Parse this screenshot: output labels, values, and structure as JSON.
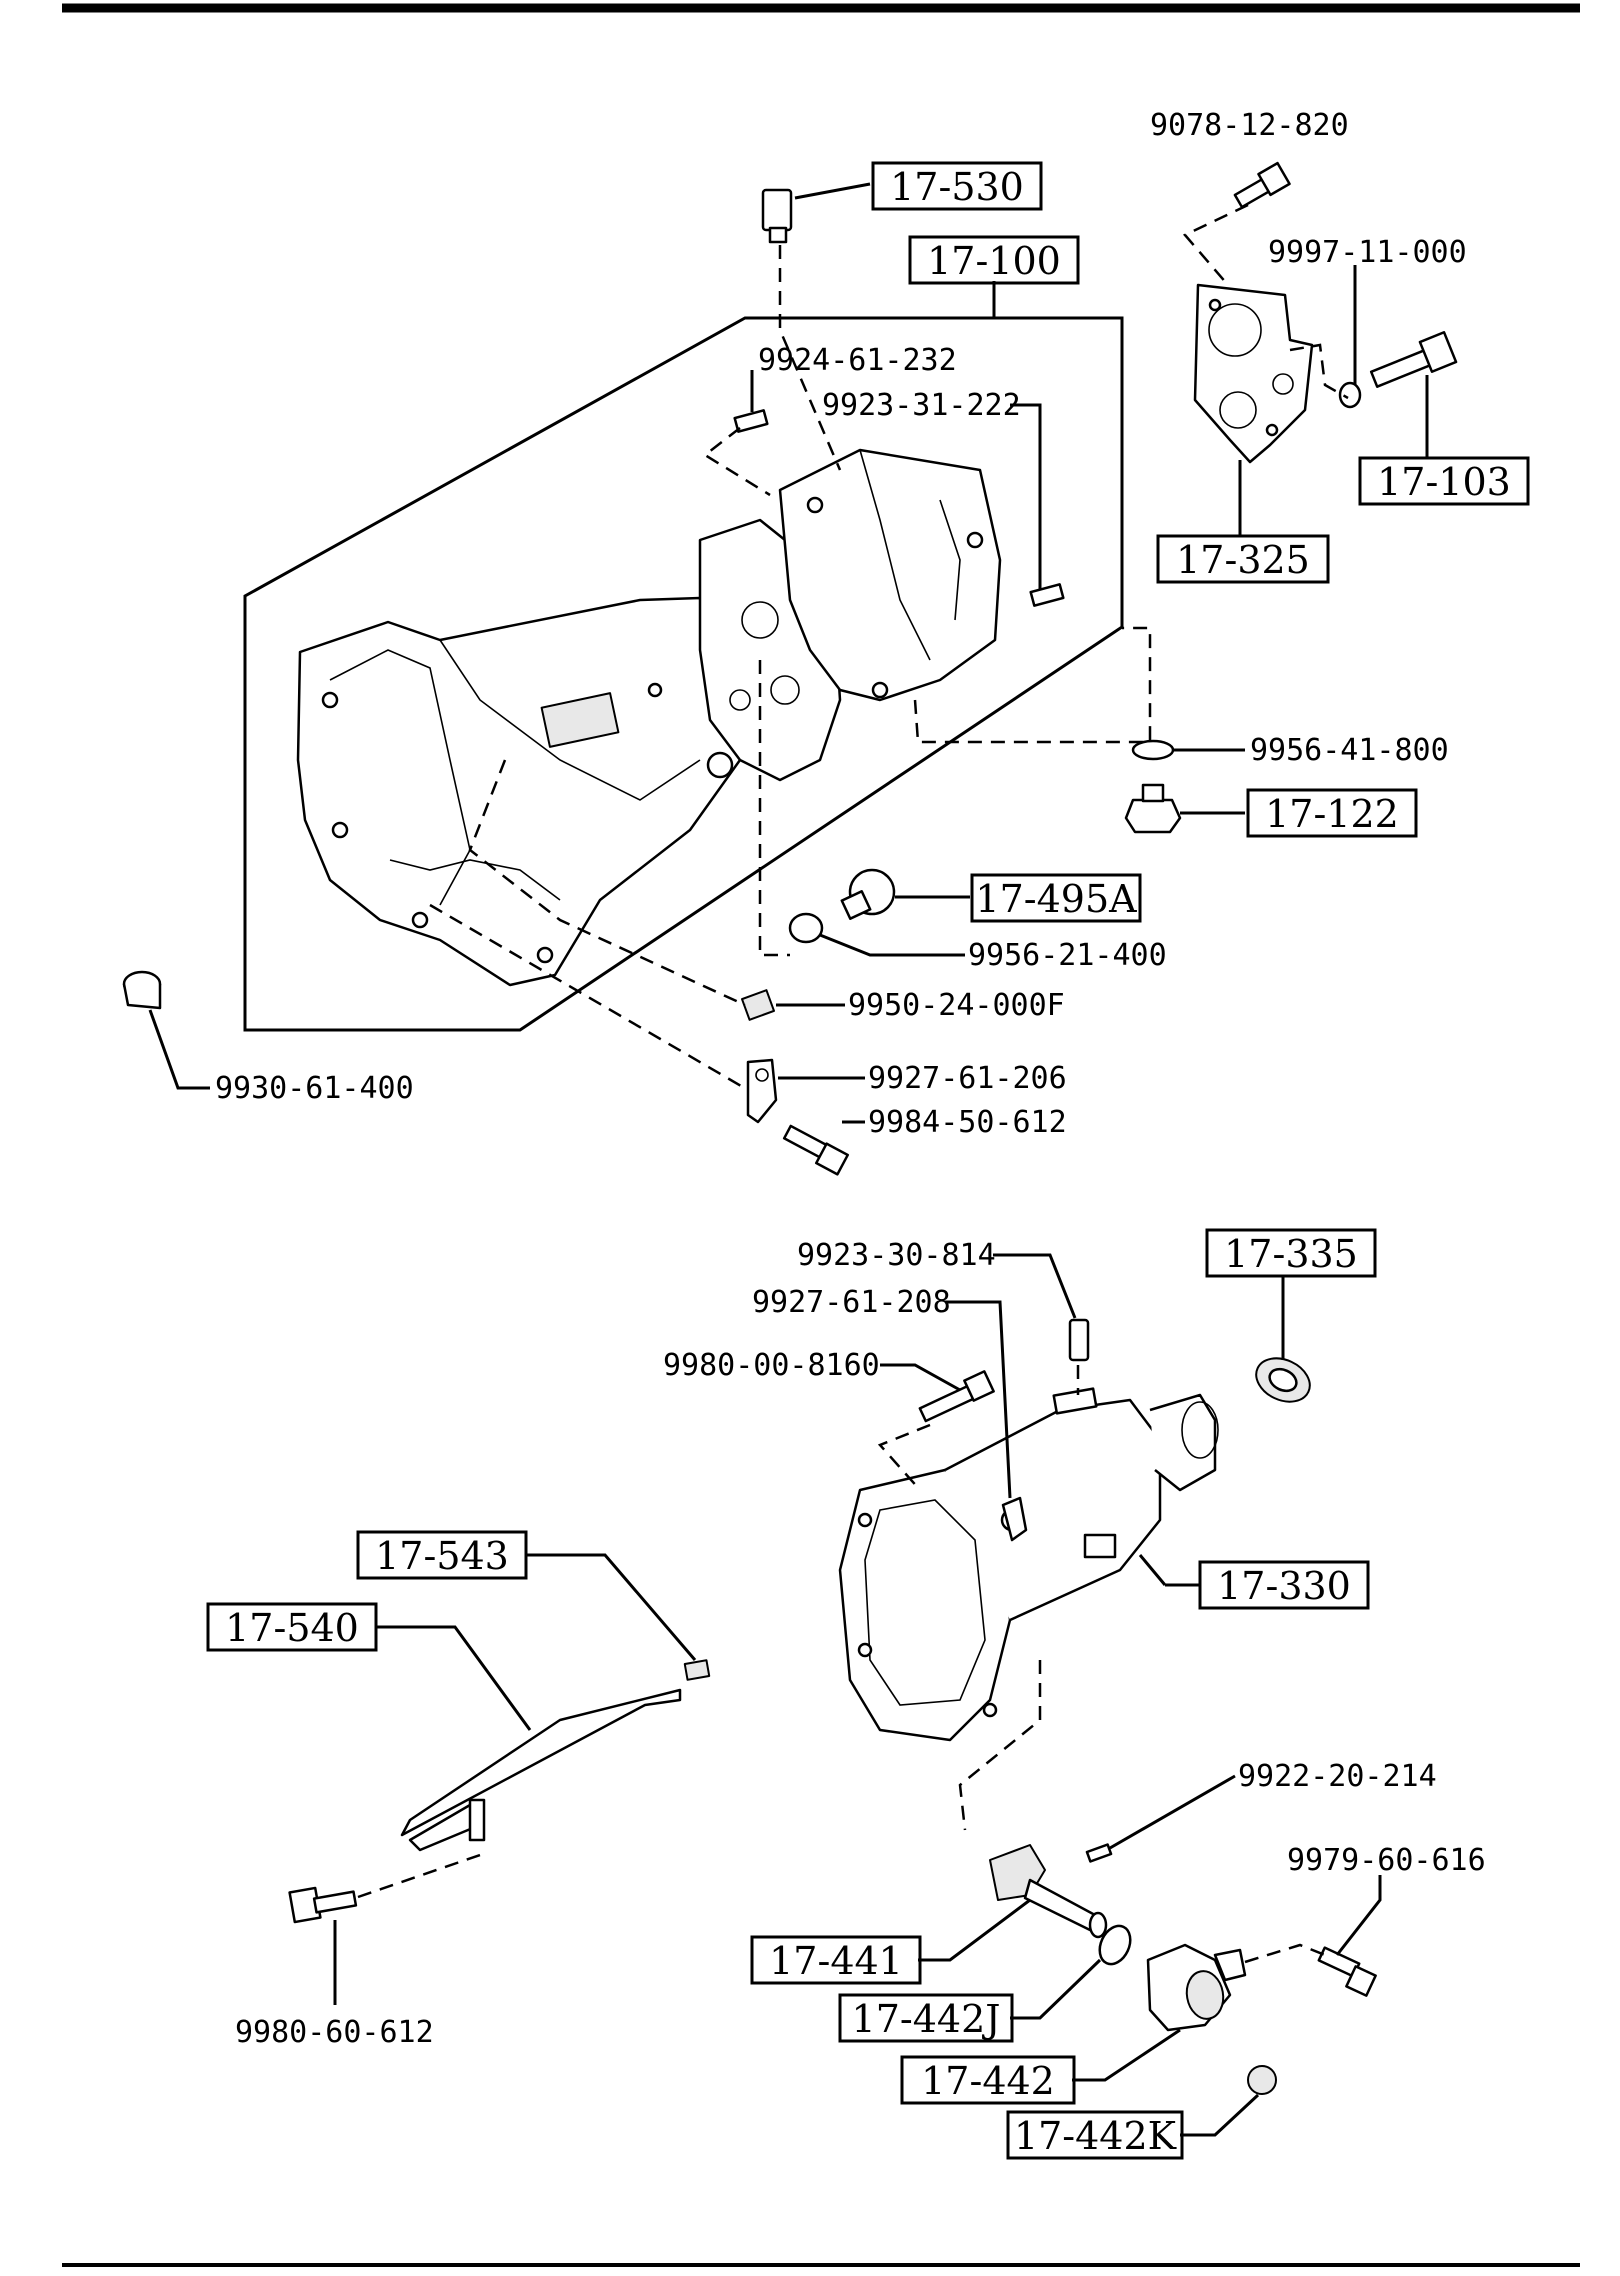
{
  "boxed_refs": {
    "r17_530": "17-530",
    "r17_100": "17-100",
    "r17_103": "17-103",
    "r17_325": "17-325",
    "r17_122": "17-122",
    "r17_495A": "17-495A",
    "r17_335": "17-335",
    "r17_543": "17-543",
    "r17_540": "17-540",
    "r17_330": "17-330",
    "r17_441": "17-441",
    "r17_442J": "17-442J",
    "r17_442": "17-442",
    "r17_442K": "17-442K"
  },
  "part_numbers": {
    "p9078_12_820": "9078-12-820",
    "p9997_11_000": "9997-11-000",
    "p9924_61_232": "9924-61-232",
    "p9923_31_222": "9923-31-222",
    "p9956_41_800": "9956-41-800",
    "p9956_21_400": "9956-21-400",
    "p9950_24_000F": "9950-24-000F",
    "p9930_61_400": "9930-61-400",
    "p9927_61_206": "9927-61-206",
    "p9984_50_612": "9984-50-612",
    "p9923_30_814": "9923-30-814",
    "p9927_61_208": "9927-61-208",
    "p9980_00_8160": "9980-00-8160",
    "p9922_20_214": "9922-20-214",
    "p9979_60_616": "9979-60-616",
    "p9980_60_612": "9980-60-612"
  },
  "colors": {
    "ink": "#000000",
    "paper": "#ffffff"
  }
}
